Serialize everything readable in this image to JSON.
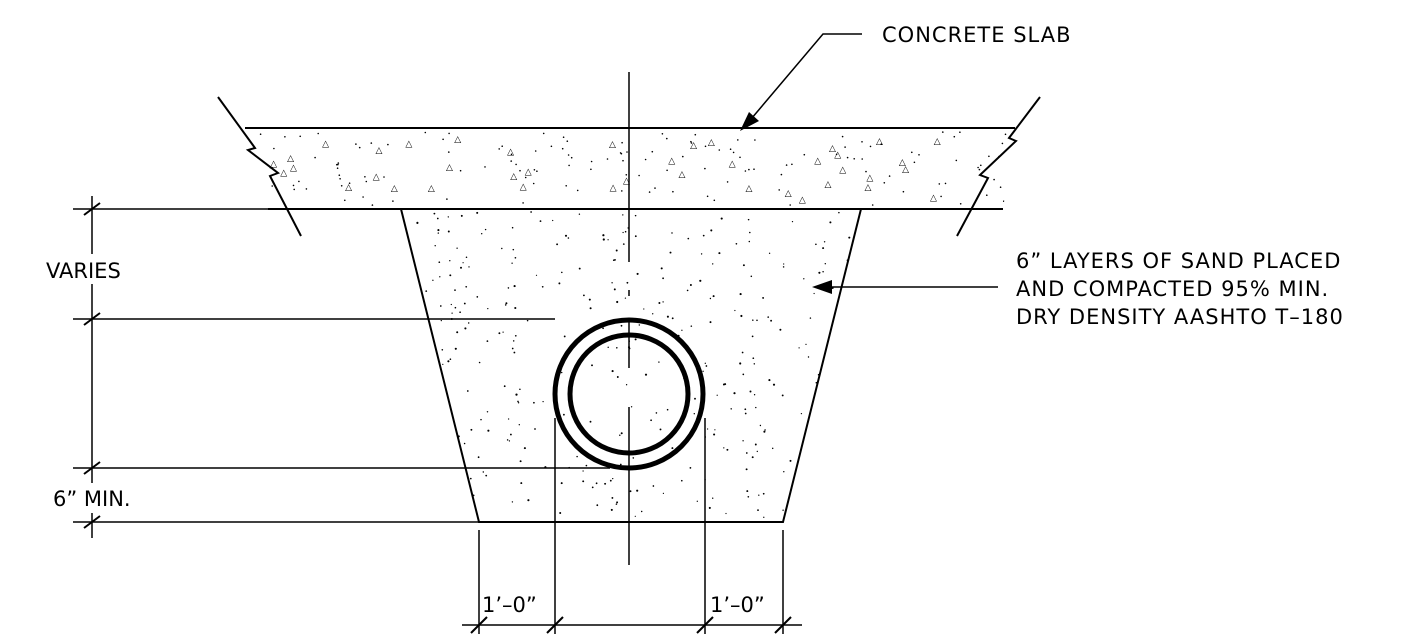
{
  "labels": {
    "concrete_slab": "CONCRETE SLAB",
    "sand_line1": "6” LAYERS OF SAND PLACED",
    "sand_line2": "AND COMPACTED 95% MIN.",
    "sand_line3": "DRY DENSITY AASHTO T–180",
    "varies": "VARIES",
    "six_inch_min": "6”  MIN.",
    "clear_left": "1’–0”",
    "clear_right": "1’–0”"
  },
  "colors": {
    "line": "#000000",
    "background": "#ffffff"
  }
}
